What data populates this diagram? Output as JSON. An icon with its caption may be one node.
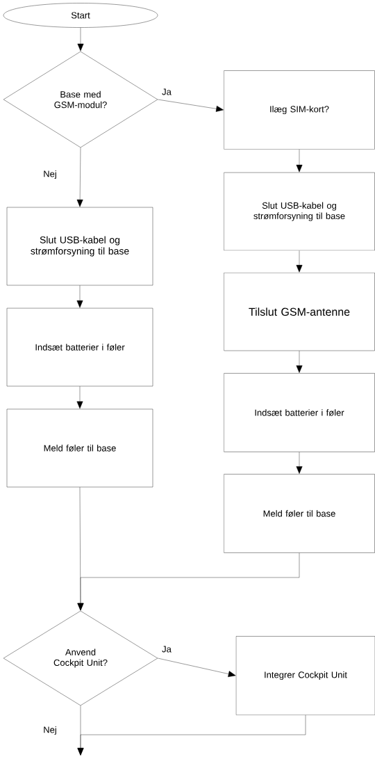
{
  "diagram": {
    "nodes": [
      {
        "text": [
          "Start"
        ]
      },
      {
        "text": [
          "Base med GSM-modul?"
        ]
      },
      {
        "text": [
          "Ilæg SIM-kort?"
        ]
      },
      {
        "text": [
          "Slut USB-kabel og strømforsyning til base"
        ]
      },
      {
        "text": [
          "Tilslut GSM-antenne"
        ]
      },
      {
        "text": [
          "Indsæt batterier i føler"
        ]
      },
      {
        "text": [
          "Meld føler til base"
        ]
      },
      {
        "text": [
          "Slut USB-kabel og strømforsyning til base"
        ]
      },
      {
        "text": [
          "Indsæt batterier i føler"
        ]
      },
      {
        "text": [
          "Meld føler til base"
        ]
      },
      {
        "text": [
          "Anvend Cockpit Unit?"
        ]
      },
      {
        "text": [
          "Integrer Cockpit Unit"
        ]
      }
    ],
    "edges": [
      {
        "from": 0,
        "to": 1,
        "arrow": "to"
      },
      {
        "from": 1,
        "to": 2,
        "arrow": "to",
        "label": "Ja"
      },
      {
        "from": 1,
        "to": 7,
        "arrow": "to",
        "label": "Nej"
      },
      {
        "from": 2,
        "to": 3,
        "arrow": "to"
      },
      {
        "from": 3,
        "to": 4,
        "arrow": "to"
      },
      {
        "from": 4,
        "to": 5,
        "arrow": "to"
      },
      {
        "from": 5,
        "to": 6,
        "arrow": "to"
      },
      {
        "from": 7,
        "to": 8,
        "arrow": "to"
      },
      {
        "from": 8,
        "to": 9,
        "arrow": "to"
      },
      {
        "from": 9,
        "to": 10,
        "arrow": "to"
      },
      {
        "from": 6,
        "to": 10,
        "arrow": "to"
      },
      {
        "from": 10,
        "to": 11,
        "arrow": "to",
        "label": "Ja"
      },
      {
        "from": 10,
        "to": null,
        "arrow": "to",
        "label": "Nej"
      },
      {
        "from": 11,
        "to": null,
        "arrow": "to"
      }
    ]
  }
}
